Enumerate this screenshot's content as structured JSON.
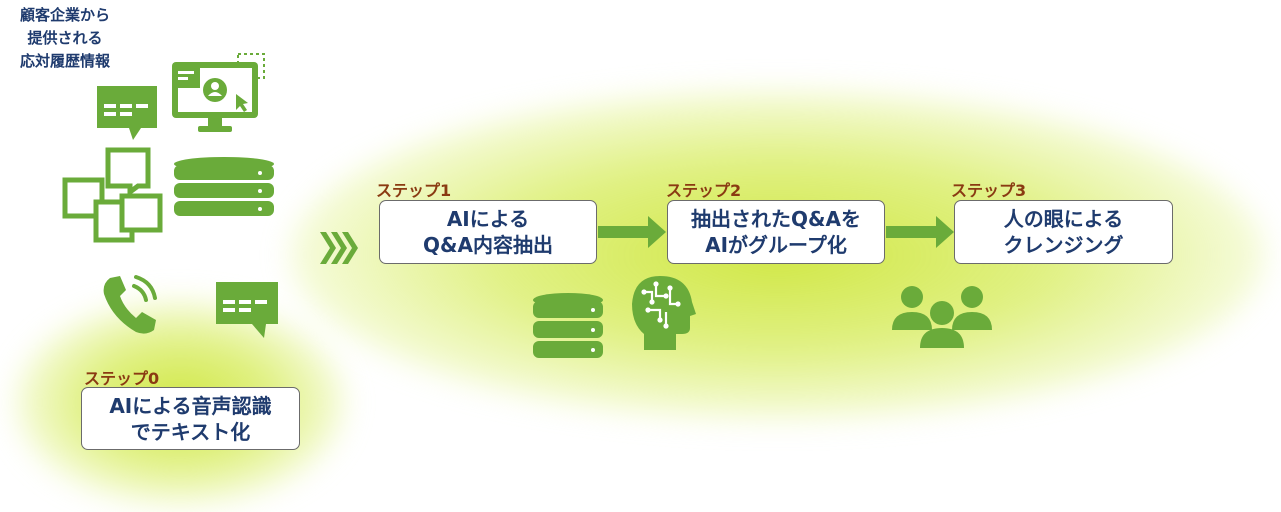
{
  "heading": {
    "lines": [
      "顧客企業から",
      "提供される",
      "応対履歴情報"
    ]
  },
  "steps": [
    {
      "label": "ステップ0",
      "text_lines": [
        "AIによる音声認識",
        "でテキスト化"
      ]
    },
    {
      "label": "ステップ1",
      "text_lines": [
        "AIによる",
        "Q&A内容抽出"
      ]
    },
    {
      "label": "ステップ2",
      "text_lines": [
        "抽出されたQ&Aを",
        "AIがグループ化"
      ]
    },
    {
      "label": "ステップ3",
      "text_lines": [
        "人の眼による",
        "クレンジング"
      ]
    }
  ],
  "colors": {
    "icon_green": "#6aab3a",
    "step_label": "#8a3a12",
    "box_text": "#1f3b6e",
    "glow": "#d2ea5a"
  },
  "icons": [
    "chat-bubble-icon",
    "monitor-user-icon",
    "sticky-notes-icon",
    "database-icon",
    "phone-icon",
    "chevrons-icon",
    "arrow-right-icon",
    "brain-circuit-icon",
    "people-group-icon"
  ]
}
